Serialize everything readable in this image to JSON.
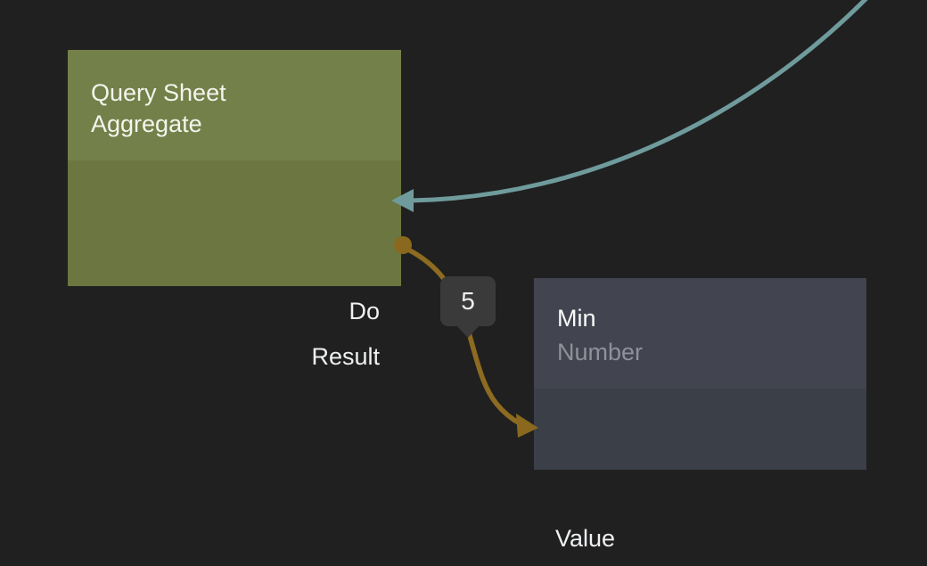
{
  "canvas": {
    "type": "node-graph-editor"
  },
  "nodes": {
    "query": {
      "title": "Query Sheet Aggregate",
      "ports": {
        "do": "Do",
        "result": "Result"
      }
    },
    "min": {
      "title": "Min",
      "subtitle": "Number",
      "ports": {
        "value": "Value"
      }
    }
  },
  "edges": {
    "exec": {
      "type": "execution-wire",
      "target_port": "Do"
    },
    "data": {
      "type": "data-wire",
      "from_port": "Result",
      "to_port": "Value",
      "label": "5"
    }
  },
  "colors": {
    "canvas-bg": "#202020",
    "query-header": "#74804a",
    "query-body": "#6b7640",
    "query-title-color": "#f3f5ec",
    "port-label-color": "#eef0f1",
    "min-header": "#424550",
    "min-body": "#3b3f48",
    "min-title-color": "#fafafa",
    "min-subtitle-color": "#8e919a",
    "edge-exec": "#6f9b9d",
    "edge-data": "#8d6b20",
    "edge-data-dot": "#8a691e",
    "badge-bg": "#3a3a3a",
    "badge-text-color": "#efefef"
  }
}
